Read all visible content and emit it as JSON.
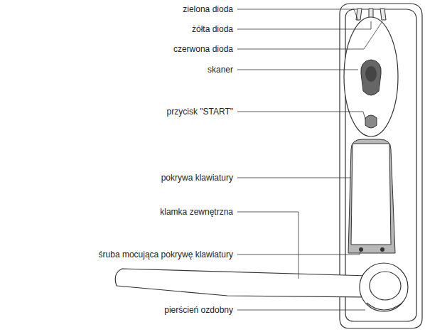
{
  "diagram": {
    "labels": [
      "zielona dioda",
      "żółta dioda",
      "czerwona dioda",
      "skaner",
      "przycisk \"START\"",
      "pokrywa klawiatury",
      "klamka zewnętrzna",
      "śruba mocująca pokrywę klawiatury",
      "pierścień ozdobny"
    ]
  }
}
